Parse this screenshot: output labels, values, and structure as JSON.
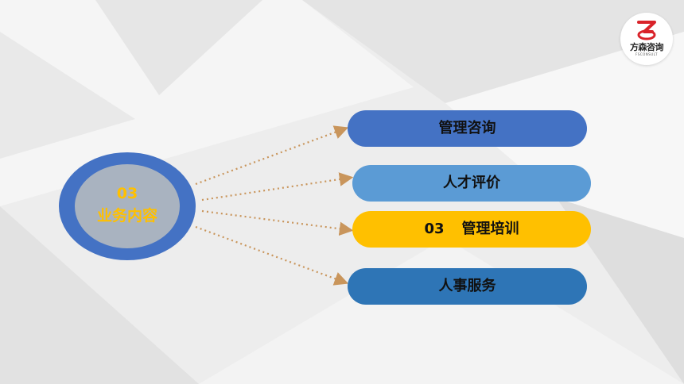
{
  "brand": {
    "name": "方森咨询",
    "sub": "FSCONSULT",
    "color": "#d9232a"
  },
  "hub": {
    "number": "03",
    "label": "业务内容"
  },
  "items": [
    {
      "label": "管理咨询"
    },
    {
      "label": "人才评价"
    },
    {
      "number": "03",
      "label": "管理培训"
    },
    {
      "label": "人事服务"
    }
  ],
  "colors": {
    "hub_ring": "#4472c4",
    "hub_fill": "#a9b3c0",
    "highlight": "#ffc000",
    "arrow": "#c9955b",
    "item_1": "#4472c4",
    "item_2": "#5b9bd5",
    "item_3": "#ffc000",
    "item_4": "#2e75b6"
  }
}
